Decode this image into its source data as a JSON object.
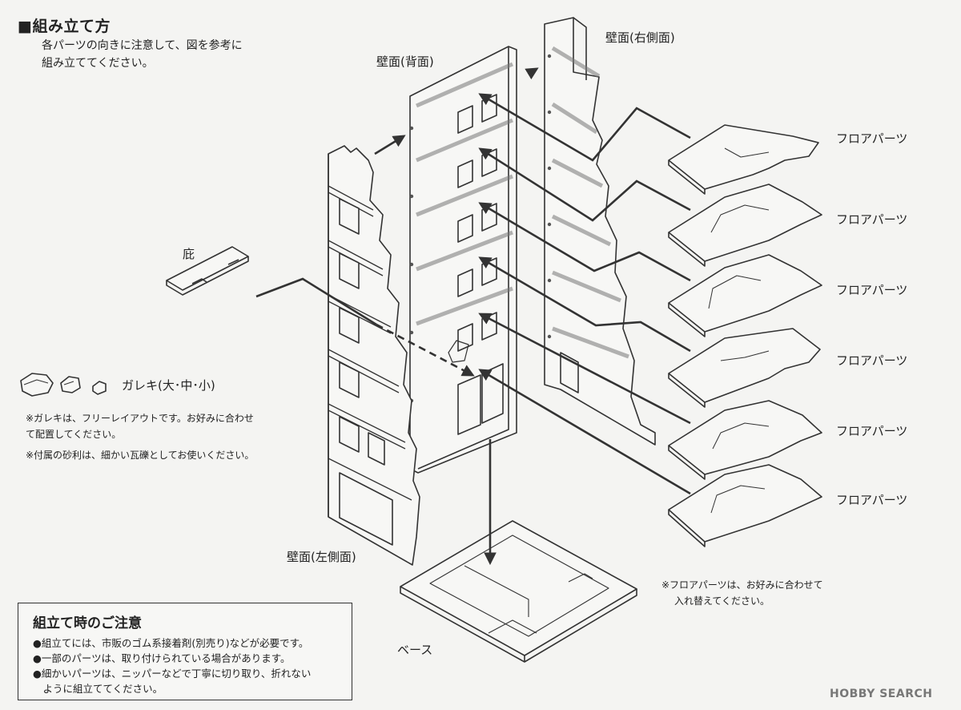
{
  "heading": "■組み立て方",
  "intro": [
    "各パーツの向きに注意して、図を参考に",
    "組み立ててください。"
  ],
  "labels": {
    "wall_back": "壁面(背面)",
    "wall_right": "壁面(右側面)",
    "wall_left": "壁面(左側面)",
    "eave": "庇",
    "base": "ベース",
    "rubble": "ガレキ(大･中･小)",
    "floor_parts": [
      "フロアパーツ",
      "フロアパーツ",
      "フロアパーツ",
      "フロアパーツ",
      "フロアパーツ",
      "フロアパーツ"
    ]
  },
  "notes": {
    "rubble_1": [
      "※ガレキは、フリーレイアウトです。お好みに合わせ",
      "て配置してください。"
    ],
    "rubble_2": "※付属の砂利は、細かい瓦礫としてお使いください。",
    "floor": [
      "※フロアパーツは、お好みに合わせて",
      "入れ替えてください。"
    ]
  },
  "caution": {
    "title": "組立て時のご注意",
    "items": [
      "●組立てには、市販のゴム系接着剤(別売り)などが必要です。",
      "●一部のパーツは、取り付けられている場合があります。",
      "●細かいパーツは、ニッパーなどで丁寧に切り取り、折れない",
      "　ように組立ててください。"
    ]
  },
  "logo": "HOBBY SEARCH"
}
